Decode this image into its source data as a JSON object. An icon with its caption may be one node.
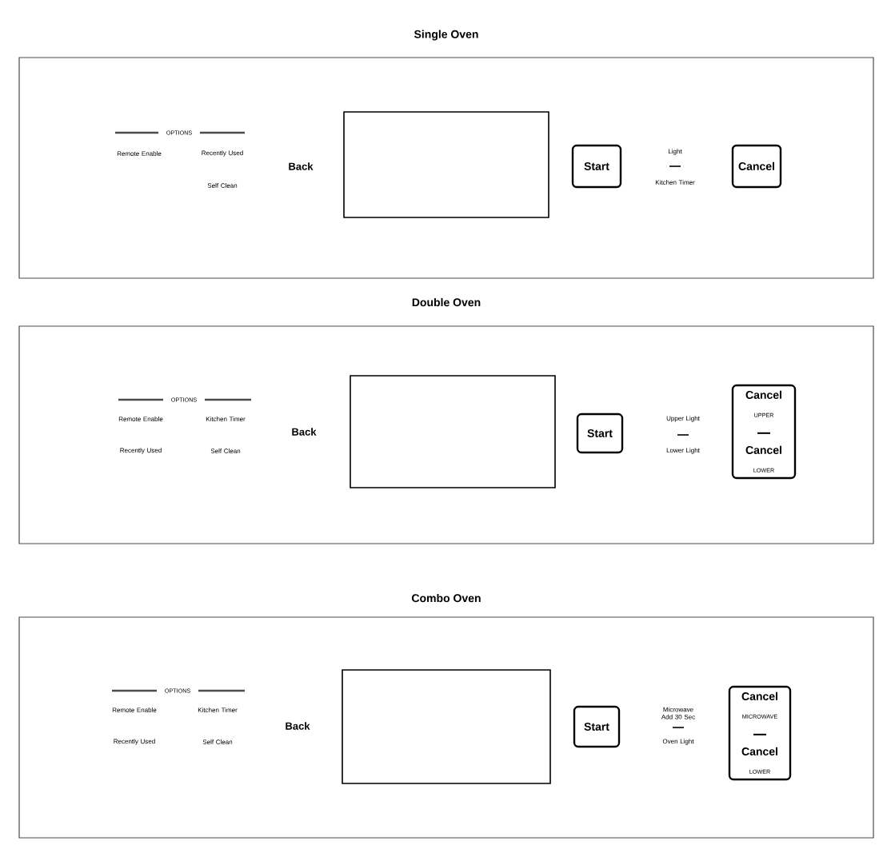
{
  "diagram": {
    "nodes": [
      {
        "text": [
          "Single Oven"
        ]
      },
      {
        "text": [],
        "shape": "box",
        "in": 0
      },
      {
        "text": [
          "Start"
        ],
        "in": 0
      },
      {
        "text": [
          "Cancel"
        ],
        "in": 0
      },
      {
        "text": [
          "Double Oven"
        ]
      },
      {
        "text": [],
        "shape": "box",
        "in": 4
      },
      {
        "text": [
          "Start"
        ],
        "in": 4
      },
      {
        "text": [
          "Cancel",
          "UPPER",
          "Cancel",
          "LOWER"
        ],
        "in": 4
      },
      {
        "text": [
          "Combo Oven"
        ]
      },
      {
        "text": [],
        "shape": "box",
        "in": 8
      },
      {
        "text": [
          "Start"
        ],
        "in": 8
      },
      {
        "text": [
          "Cancel",
          "MICROWAVE",
          "Cancel",
          "LOWER"
        ],
        "in": 8
      }
    ],
    "labels": [
      "OPTIONS",
      "Remote Enable",
      "Recently Used",
      "Self Clean",
      "Back",
      "Light",
      "Kitchen Timer",
      "OPTIONS",
      "Remote Enable",
      "Kitchen Timer",
      "Recently Used",
      "Self Clean",
      "Back",
      "Upper Light",
      "Lower Light",
      "OPTIONS",
      "Remote Enable",
      "Kitchen Timer",
      "Recently Used",
      "Self Clean",
      "Back",
      "Microwave Add 30 Sec",
      "Oven Light"
    ]
  }
}
